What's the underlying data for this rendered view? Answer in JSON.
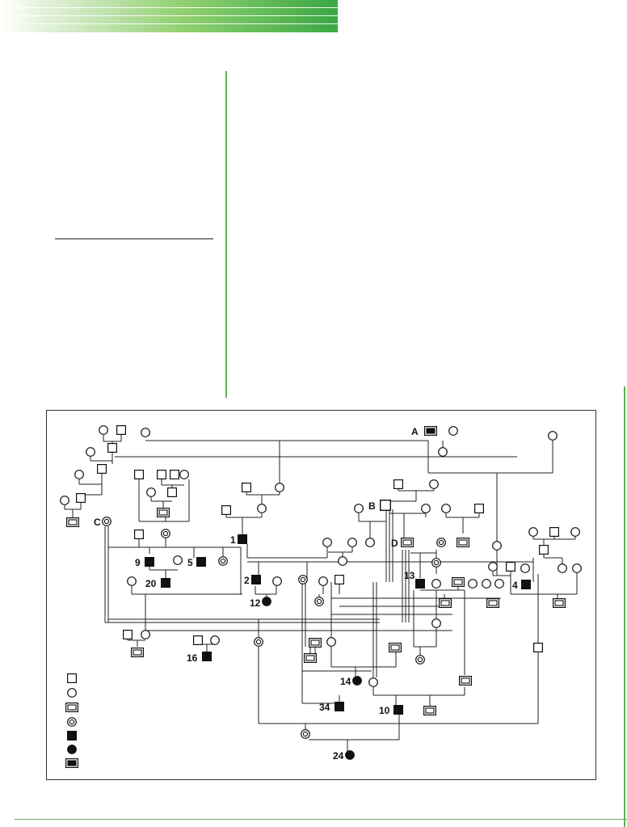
{
  "pedigree": {
    "labels": {
      "A": "A",
      "B": "B",
      "C": "C",
      "D": "D",
      "n1": "1",
      "n2": "2",
      "n4": "4",
      "n5": "5",
      "n9": "9",
      "n10": "10",
      "n12": "12",
      "n13": "13",
      "n14": "14",
      "n16": "16",
      "n20": "20",
      "n24": "24",
      "n34": "34"
    },
    "legend": [
      {
        "symbol": "square-open-icon"
      },
      {
        "symbol": "circle-open-icon"
      },
      {
        "symbol": "square-double-icon"
      },
      {
        "symbol": "circle-double-icon"
      },
      {
        "symbol": "square-filled-icon"
      },
      {
        "symbol": "circle-filled-icon"
      },
      {
        "symbol": "square-double-filled-icon"
      }
    ]
  },
  "colors": {
    "accent_green": "#5cb452",
    "ink": "#111111"
  }
}
